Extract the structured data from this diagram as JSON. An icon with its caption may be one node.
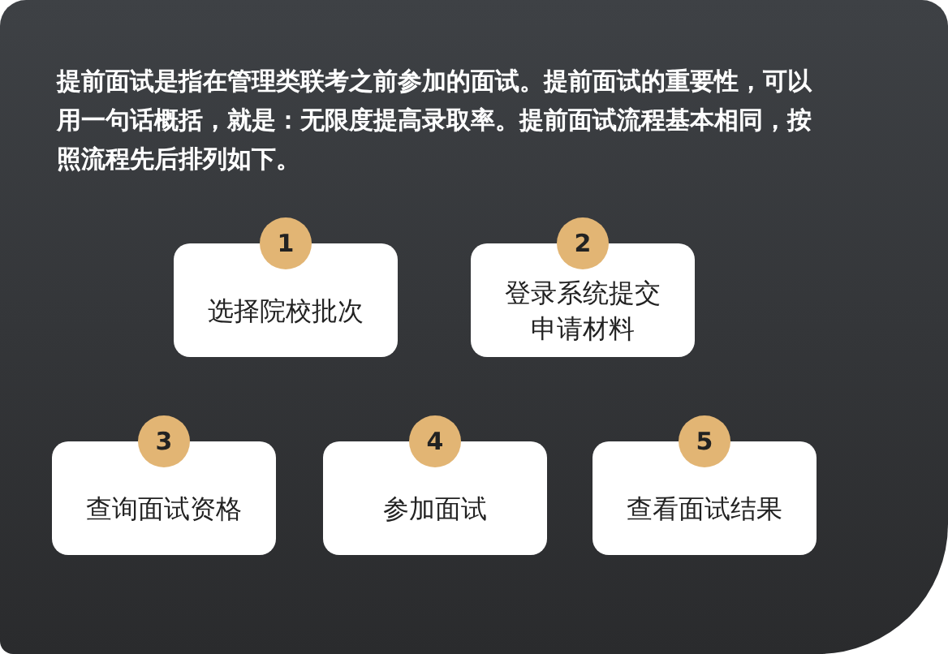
{
  "diagram": {
    "nodes": [
      {
        "text": [
          "1"
        ]
      },
      {
        "text": [
          "选择院校批次"
        ]
      },
      {
        "text": [
          "2"
        ]
      },
      {
        "text": [
          "登录系统提交申请材料"
        ]
      },
      {
        "text": [
          "3"
        ]
      },
      {
        "text": [
          "查询面试资格"
        ]
      },
      {
        "text": [
          "4"
        ]
      },
      {
        "text": [
          "参加面试"
        ]
      },
      {
        "text": [
          "5"
        ]
      },
      {
        "text": [
          "查看面试结果"
        ]
      }
    ],
    "labels": [
      "提前面试是指在管理类联考之前参加的面试。提前面试的重要性，可以用一句话概括，就是：无限度提高录取率。提前面试流程基本相同，按照流程先后排列如下。"
    ]
  }
}
